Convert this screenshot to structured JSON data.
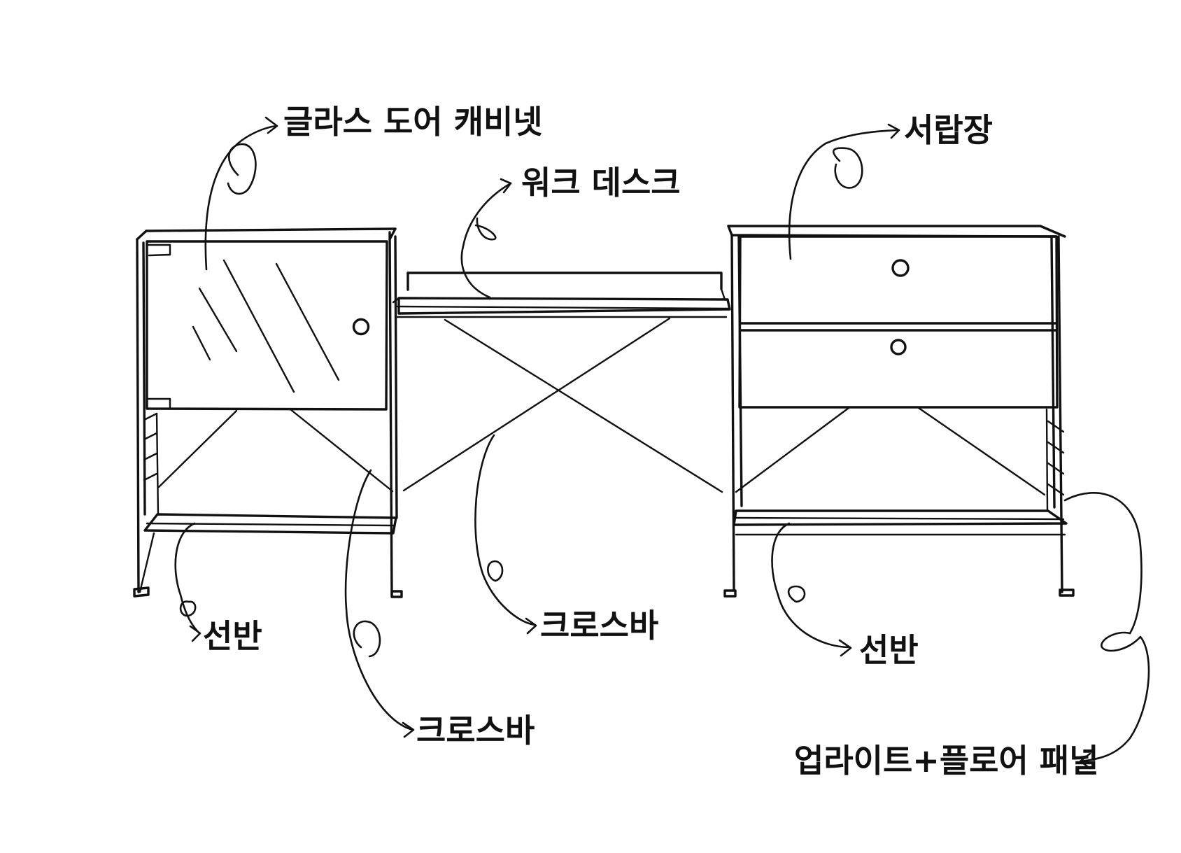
{
  "labels": {
    "glass_door_cabinet": "글라스 도어 캐비넷",
    "work_desk": "워크 데스크",
    "drawer_unit": "서랍장",
    "shelf_left": "선반",
    "crossbar_left": "크로스바",
    "crossbar_center": "크로스바",
    "shelf_right": "선반",
    "upright_floor_panel": "업라이트+플로어 패널"
  },
  "colors": {
    "ink": "#111111",
    "paper": "#ffffff"
  }
}
